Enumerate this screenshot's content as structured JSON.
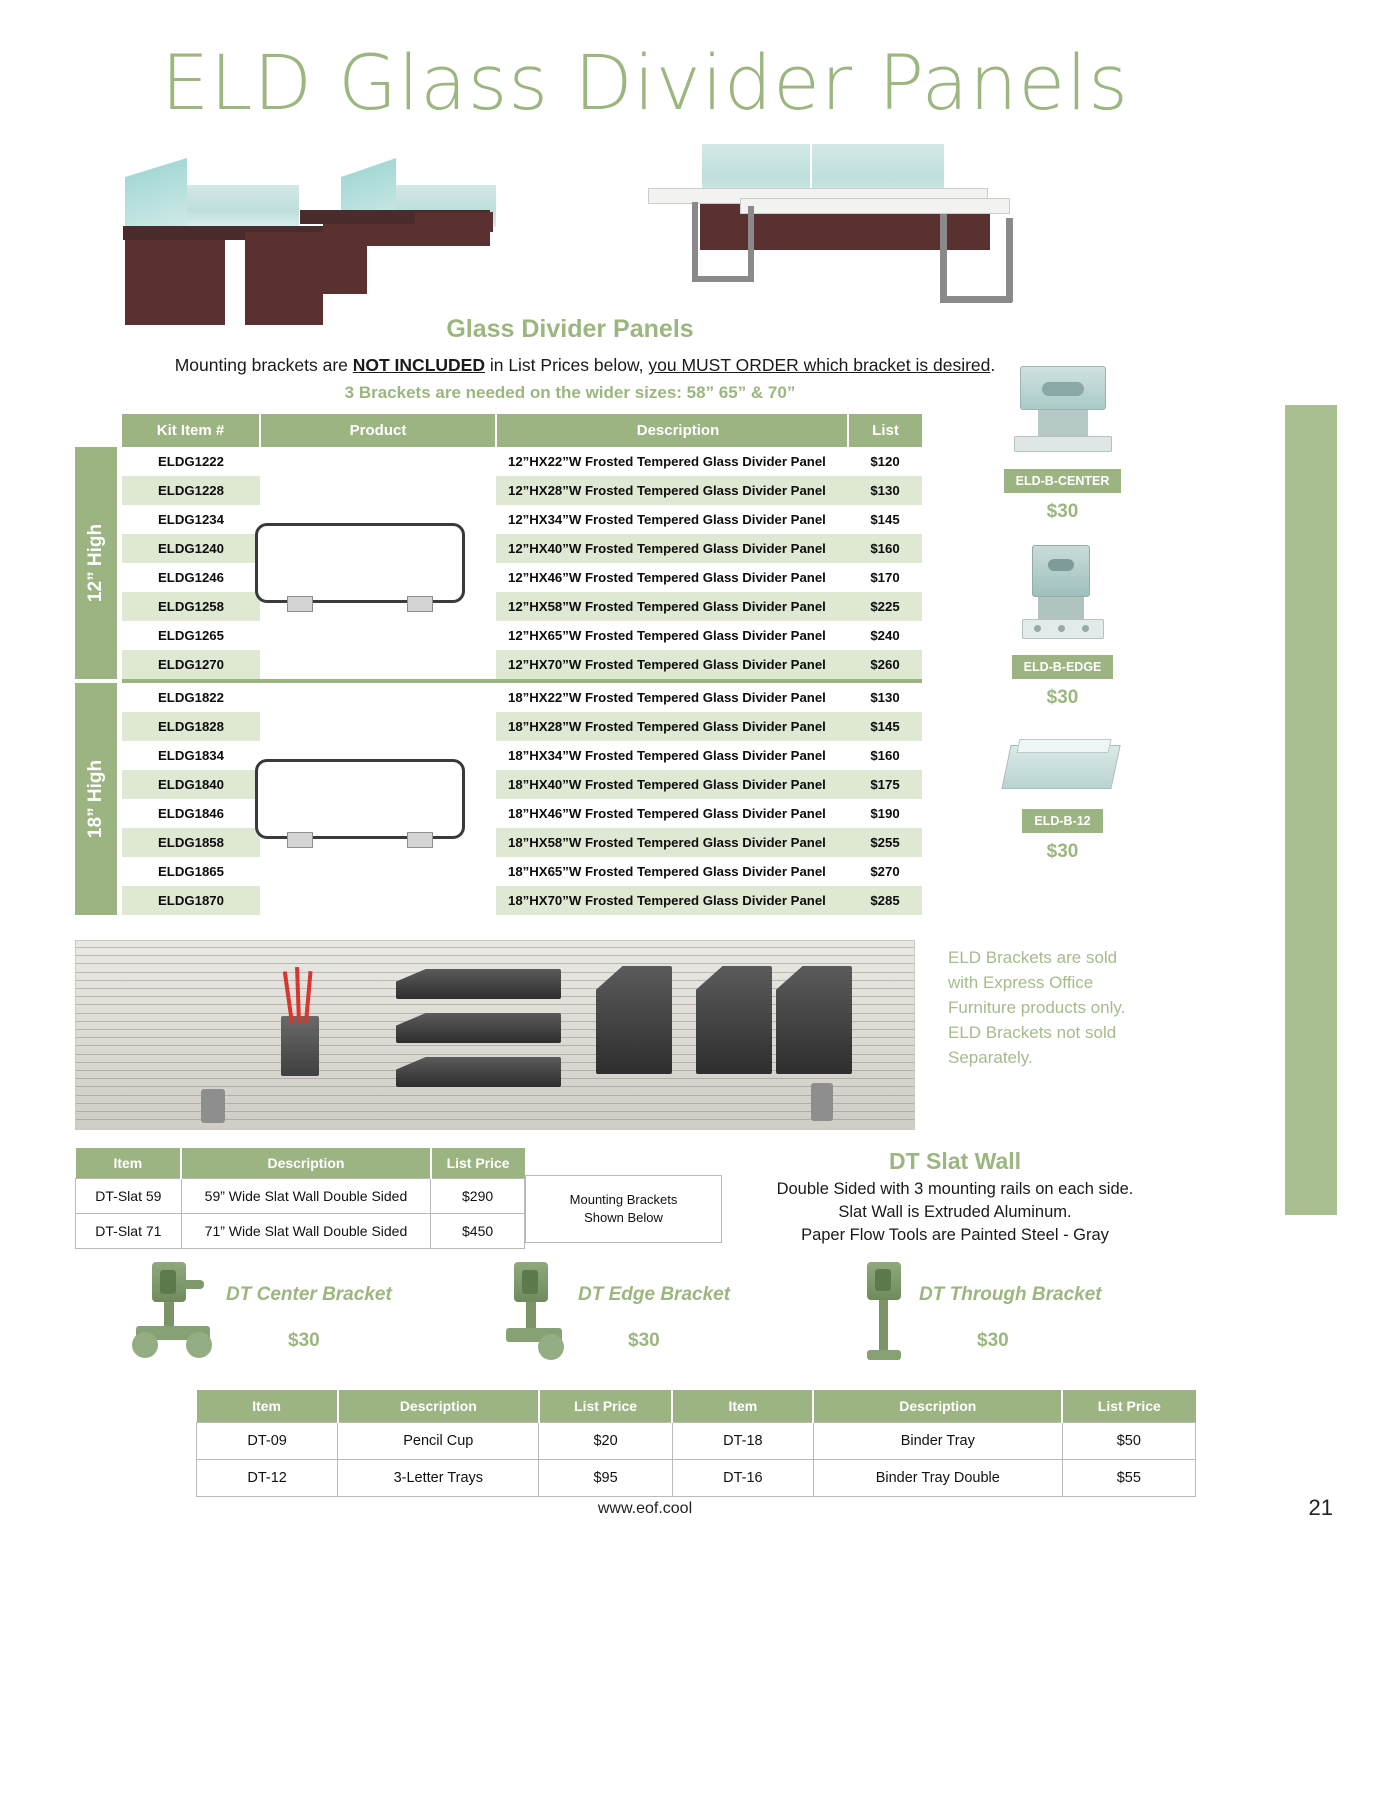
{
  "page": {
    "title": "ELD Glass Divider Panels",
    "section_title": "Glass Divider Panels",
    "intro_prefix": "Mounting brackets are ",
    "intro_bold": "NOT INCLUDED",
    "intro_mid": " in List Prices below, ",
    "intro_underline": "you MUST ORDER which bracket is desired",
    "intro_suffix": ".",
    "bracket_note": "3 Brackets are needed on the wider sizes: 58” 65” & 70”",
    "footer_url": "www.eof.cool",
    "page_number": "21"
  },
  "colors": {
    "brand_green": "#9cb67f",
    "header_green": "#9bb481",
    "row_alt": "#dfe8d2",
    "band": "#a9bf92"
  },
  "main_table": {
    "headers": [
      "Kit Item #",
      "Product",
      "Description",
      "List"
    ],
    "groups": [
      {
        "tab_label": "12” High",
        "rows": [
          {
            "kit": "ELDG1222",
            "description": "12”HX22”W Frosted Tempered Glass Divider Panel",
            "list": "$120"
          },
          {
            "kit": "ELDG1228",
            "description": "12”HX28”W Frosted Tempered Glass Divider Panel",
            "list": "$130"
          },
          {
            "kit": "ELDG1234",
            "description": "12”HX34”W Frosted Tempered Glass Divider Panel",
            "list": "$145"
          },
          {
            "kit": "ELDG1240",
            "description": "12”HX40”W Frosted Tempered Glass Divider Panel",
            "list": "$160"
          },
          {
            "kit": "ELDG1246",
            "description": "12”HX46”W Frosted Tempered Glass Divider Panel",
            "list": "$170"
          },
          {
            "kit": "ELDG1258",
            "description": "12”HX58”W Frosted Tempered Glass Divider Panel",
            "list": "$225"
          },
          {
            "kit": "ELDG1265",
            "description": "12”HX65”W Frosted Tempered Glass Divider Panel",
            "list": "$240"
          },
          {
            "kit": "ELDG1270",
            "description": "12”HX70”W Frosted Tempered Glass Divider Panel",
            "list": "$260"
          }
        ]
      },
      {
        "tab_label": "18” High",
        "rows": [
          {
            "kit": "ELDG1822",
            "description": "18”HX22”W Frosted Tempered Glass Divider Panel",
            "list": "$130"
          },
          {
            "kit": "ELDG1828",
            "description": "18”HX28”W Frosted Tempered Glass Divider Panel",
            "list": "$145"
          },
          {
            "kit": "ELDG1834",
            "description": "18”HX34”W Frosted Tempered Glass Divider Panel",
            "list": "$160"
          },
          {
            "kit": "ELDG1840",
            "description": "18”HX40”W Frosted Tempered Glass Divider Panel",
            "list": "$175"
          },
          {
            "kit": "ELDG1846",
            "description": "18”HX46”W Frosted Tempered Glass Divider Panel",
            "list": "$190"
          },
          {
            "kit": "ELDG1858",
            "description": "18”HX58”W Frosted Tempered Glass Divider Panel",
            "list": "$255"
          },
          {
            "kit": "ELDG1865",
            "description": "18”HX65”W Frosted Tempered Glass Divider Panel",
            "list": "$270"
          },
          {
            "kit": "ELDG1870",
            "description": "18”HX70”W Frosted Tempered Glass Divider Panel",
            "list": "$285"
          }
        ]
      }
    ]
  },
  "brackets": [
    {
      "label": "ELD-B-CENTER",
      "price": "$30"
    },
    {
      "label": "ELD-B-EDGE",
      "price": "$30"
    },
    {
      "label": "ELD-B-12",
      "price": "$30"
    }
  ],
  "bracket_note_text": "ELD Brackets are sold with Express Office Furniture products only. ELD Brackets not sold Separately.",
  "slat_table": {
    "headers": [
      "Item",
      "Description",
      "List Price"
    ],
    "rows": [
      {
        "item": "DT-Slat 59",
        "description": "59” Wide Slat Wall Double Sided",
        "price": "$290"
      },
      {
        "item": "DT-Slat 71",
        "description": "71” Wide Slat Wall Double Sided",
        "price": "$450"
      }
    ],
    "note_line1": "Mounting Brackets",
    "note_line2": "Shown Below"
  },
  "dt_slat_wall": {
    "title": "DT Slat Wall",
    "desc_line1": "Double Sided with 3 mounting rails on each side.",
    "desc_line2": "Slat Wall is Extruded Aluminum.",
    "desc_line3": "Paper Flow Tools are Painted Steel - Gray"
  },
  "dt_brackets": [
    {
      "name": "DT Center Bracket",
      "price": "$30"
    },
    {
      "name": "DT Edge Bracket",
      "price": "$30"
    },
    {
      "name": "DT Through Bracket",
      "price": "$30"
    }
  ],
  "accessories_table": {
    "headers": [
      "Item",
      "Description",
      "List Price",
      "Item",
      "Description",
      "List Price"
    ],
    "rows": [
      {
        "item1": "DT-09",
        "desc1": "Pencil Cup",
        "price1": "$20",
        "item2": "DT-18",
        "desc2": "Binder Tray",
        "price2": "$50"
      },
      {
        "item1": "DT-12",
        "desc1": "3-Letter Trays",
        "price1": "$95",
        "item2": "DT-16",
        "desc2": "Binder Tray Double",
        "price2": "$55"
      }
    ]
  }
}
